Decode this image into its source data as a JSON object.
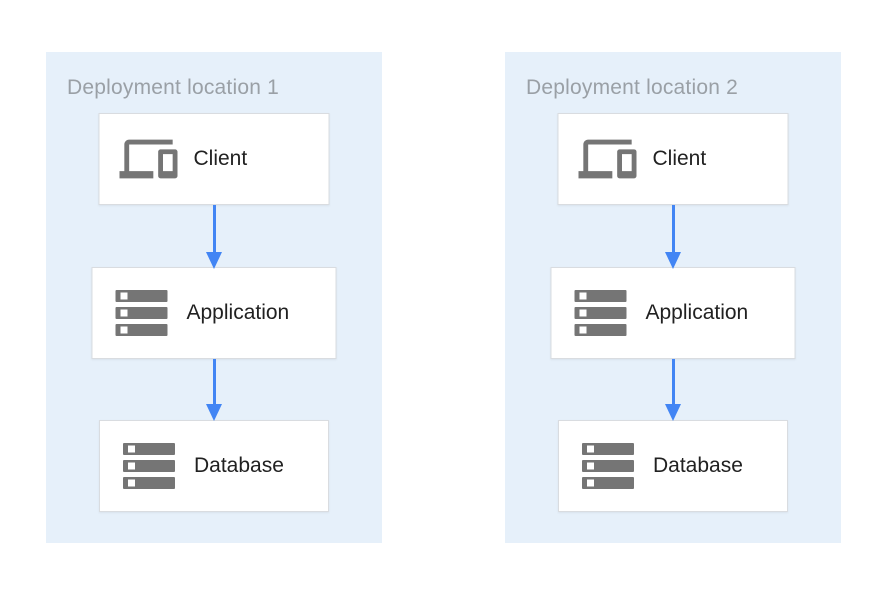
{
  "diagram": {
    "panels": [
      {
        "title": "Deployment location 1",
        "nodes": [
          {
            "label": "Client",
            "icon": "devices-icon"
          },
          {
            "label": "Application",
            "icon": "server-stack-icon"
          },
          {
            "label": "Database",
            "icon": "server-stack-icon"
          }
        ],
        "connections": [
          {
            "from": "Client",
            "to": "Application"
          },
          {
            "from": "Application",
            "to": "Database"
          }
        ]
      },
      {
        "title": "Deployment location 2",
        "nodes": [
          {
            "label": "Client",
            "icon": "devices-icon"
          },
          {
            "label": "Application",
            "icon": "server-stack-icon"
          },
          {
            "label": "Database",
            "icon": "server-stack-icon"
          }
        ],
        "connections": [
          {
            "from": "Client",
            "to": "Application"
          },
          {
            "from": "Application",
            "to": "Database"
          }
        ]
      }
    ],
    "colors": {
      "panel_background": "#E6F0FA",
      "node_background": "#FFFFFF",
      "node_border": "#D9DCE0",
      "arrow": "#4285F4",
      "icon": "#757575",
      "title_text": "#9AA0A6",
      "label_text": "#212121"
    }
  }
}
